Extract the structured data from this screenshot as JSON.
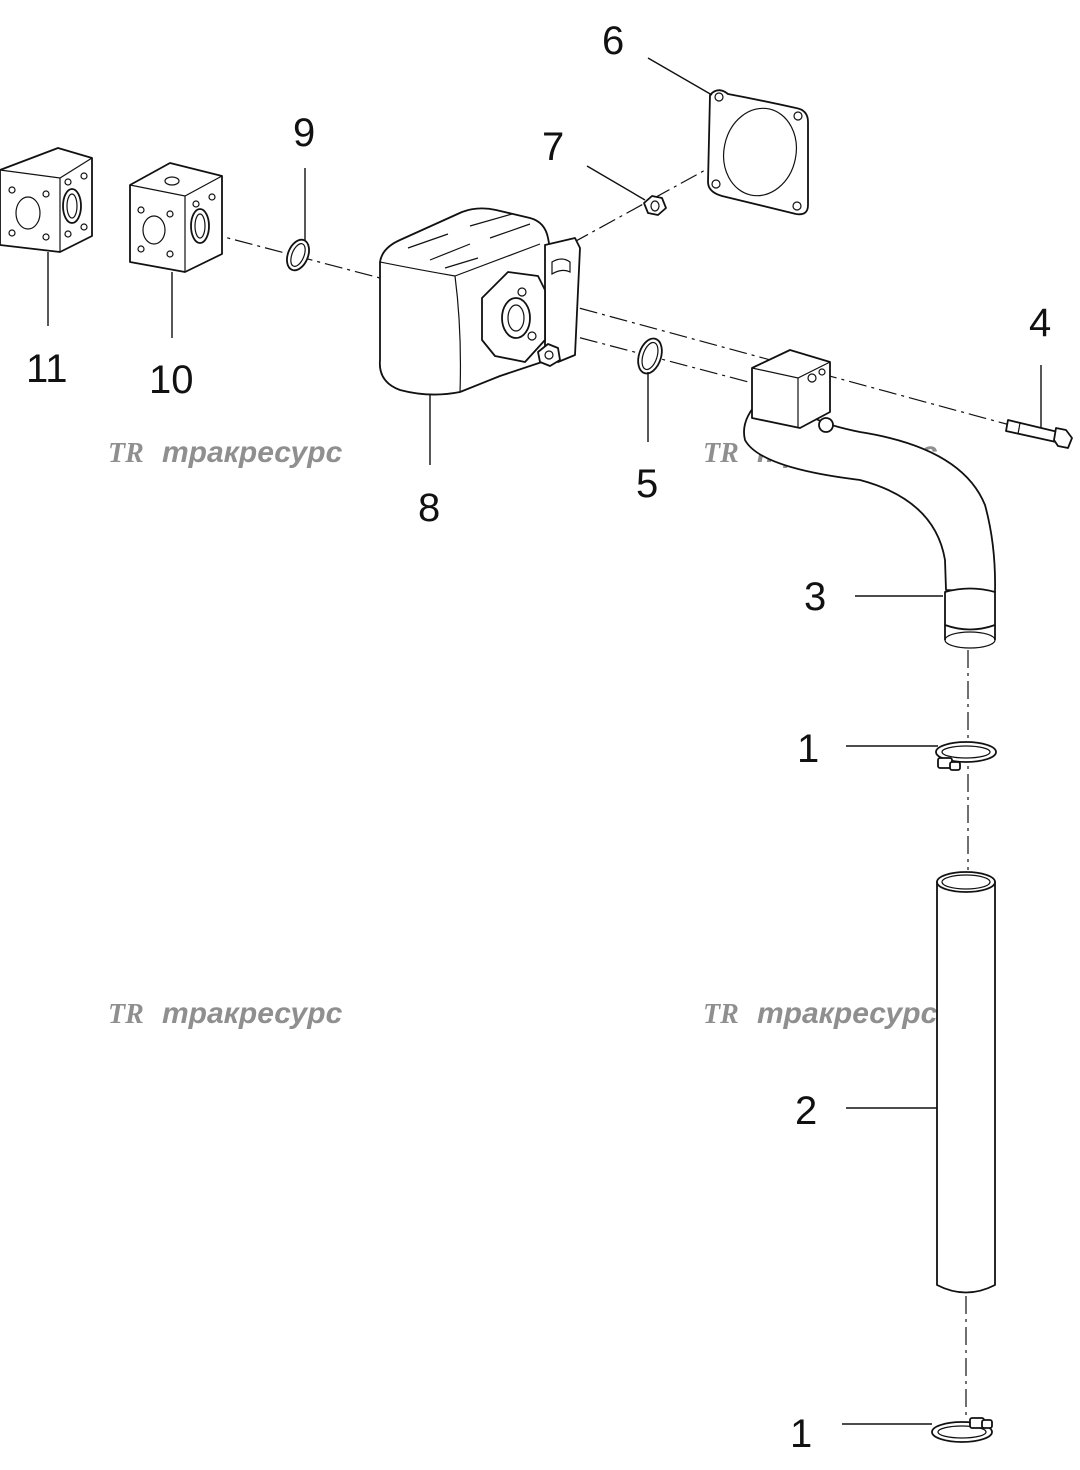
{
  "watermark": {
    "logo": "TR",
    "brand": "тракресурс",
    "color": "#8f8f8f"
  },
  "callouts": {
    "c1a": "1",
    "c1b": "1",
    "c2": "2",
    "c3": "3",
    "c4": "4",
    "c5": "5",
    "c6": "6",
    "c7": "7",
    "c8": "8",
    "c9": "9",
    "c10": "10",
    "c11": "11"
  },
  "parts": [
    {
      "ref": "1",
      "name": "hose-clamp",
      "count": 2
    },
    {
      "ref": "2",
      "name": "suction-tube"
    },
    {
      "ref": "3",
      "name": "elbow-pipe-flange"
    },
    {
      "ref": "4",
      "name": "bolt"
    },
    {
      "ref": "5",
      "name": "o-ring"
    },
    {
      "ref": "6",
      "name": "gasket"
    },
    {
      "ref": "7",
      "name": "nut"
    },
    {
      "ref": "8",
      "name": "gear-pump"
    },
    {
      "ref": "9",
      "name": "o-ring"
    },
    {
      "ref": "10",
      "name": "connector-block"
    },
    {
      "ref": "11",
      "name": "connector-block"
    }
  ]
}
